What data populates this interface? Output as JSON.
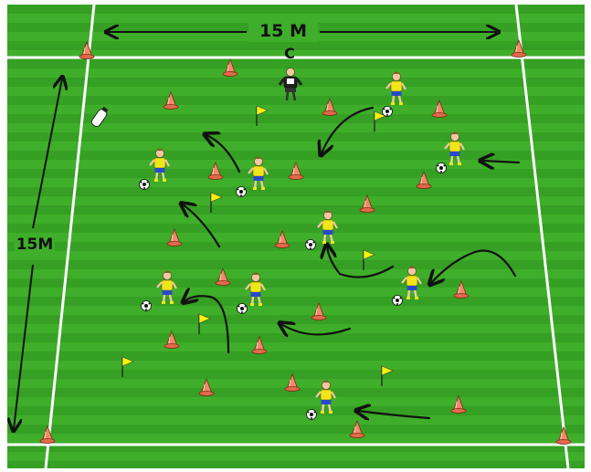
{
  "labels": {
    "width": "15 M",
    "length": "15M",
    "coach": "C"
  },
  "colors": {
    "grass_light": "#3fae2a",
    "grass_dark": "#2f8f1f",
    "line": "#ffffff",
    "cone_orange": "#f08a6a",
    "cone_tip": "#c85a3a",
    "flag": "#f5f20a",
    "jersey": "#f2e51a",
    "shorts": "#2a49c8",
    "arrow": "#111111"
  },
  "icons": {
    "cone": "cone-icon",
    "flag": "flag-icon",
    "ball": "soccer-ball-icon",
    "player": "player-icon",
    "coach": "coach-icon"
  }
}
